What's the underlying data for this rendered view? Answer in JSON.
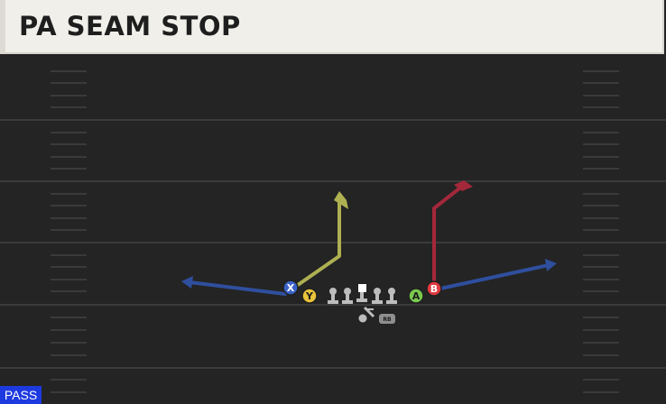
{
  "play": {
    "title": "PA SEAM STOP",
    "badge": "PASS"
  },
  "players": {
    "x": "X",
    "y": "Y",
    "a": "A",
    "b": "B",
    "rb": "RB"
  },
  "colors": {
    "x": "#3b62c9",
    "y": "#e8c23a",
    "a": "#7ac94e",
    "b": "#e03a3f",
    "route_x": "#2f4f9e",
    "route_y": "#aeb052",
    "route_b": "#a3283a",
    "route_a": "#2f4f9e",
    "badge": "#1d39e0"
  }
}
